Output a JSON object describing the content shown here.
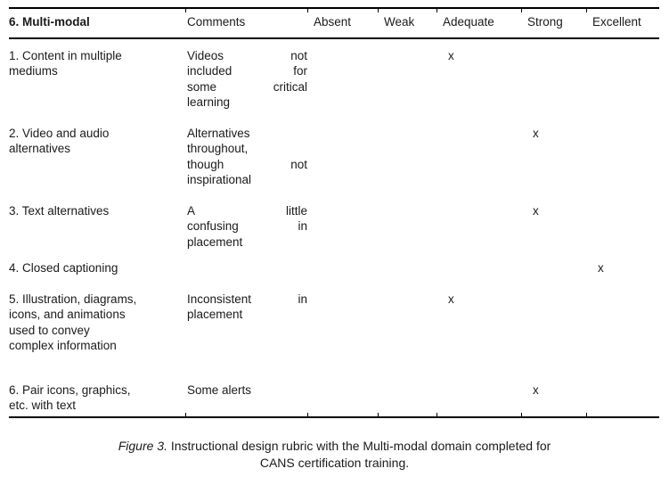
{
  "colors": {
    "bg": "#ffffff",
    "text": "#1a1a1a",
    "rule": "#000000"
  },
  "table": {
    "headers": [
      "6. Multi-modal",
      "Comments",
      "Absent",
      "Weak",
      "Adequate",
      "Strong",
      "Excellent"
    ],
    "rows": [
      {
        "item_lines": [
          "1. Content in multiple",
          "mediums"
        ],
        "comment_lines": [
          "Videos not",
          "included for",
          "some critical",
          "learning"
        ],
        "marks": {
          "absent": "",
          "weak": "",
          "adequate": "x",
          "strong": "",
          "excellent": ""
        }
      },
      {
        "item_lines": [
          "2. Video and audio",
          "alternatives"
        ],
        "comment_lines": [
          "Alternatives",
          "throughout,",
          "though not",
          "inspirational"
        ],
        "marks": {
          "absent": "",
          "weak": "",
          "adequate": "",
          "strong": "x",
          "excellent": ""
        }
      },
      {
        "item_lines": [
          "3. Text alternatives"
        ],
        "comment_lines": [
          "A little",
          "confusing in",
          "placement"
        ],
        "marks": {
          "absent": "",
          "weak": "",
          "adequate": "",
          "strong": "x",
          "excellent": ""
        }
      },
      {
        "item_lines": [
          "4. Closed captioning"
        ],
        "comment_lines": [],
        "marks": {
          "absent": "",
          "weak": "",
          "adequate": "",
          "strong": "",
          "excellent": "x"
        }
      },
      {
        "item_lines": [
          "5. Illustration, diagrams,",
          "icons, and animations",
          "used to convey",
          "complex information"
        ],
        "comment_lines": [
          "Inconsistent in",
          "placement"
        ],
        "marks": {
          "absent": "",
          "weak": "",
          "adequate": "x",
          "strong": "",
          "excellent": ""
        }
      },
      {
        "item_lines": [
          "6. Pair icons, graphics,",
          "etc. with text"
        ],
        "comment_lines": [
          "Some alerts"
        ],
        "marks": {
          "absent": "",
          "weak": "",
          "adequate": "",
          "strong": "x",
          "excellent": ""
        }
      }
    ]
  },
  "caption": {
    "label": "Figure 3.",
    "line1_rest": "Instructional design rubric with the Multi-modal domain completed for",
    "line2": "CANS certification training."
  }
}
